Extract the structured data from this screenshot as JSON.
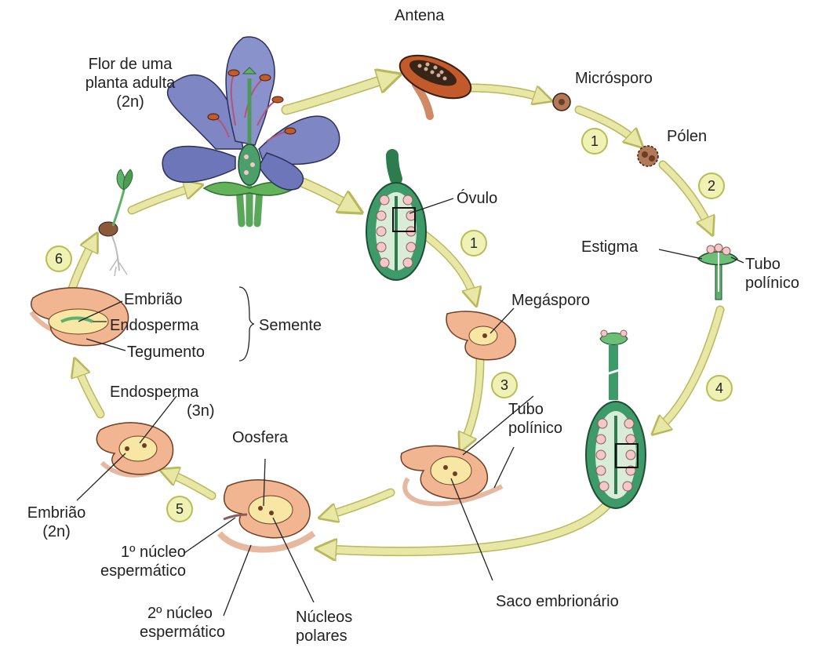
{
  "colors": {
    "arrow_fill": "#e8e7a6",
    "arrow_stroke": "#b8b85c",
    "petal": "#7e86c4",
    "ovary_green": "#3e9a69",
    "pale_green": "#d8ecd7",
    "seed_peach": "#f2b592",
    "embryo_sac": "#f7e6a4",
    "anther": "#c25a2b",
    "number_badge": "#f0f1b4"
  },
  "labels": {
    "flower": [
      "Flor de uma",
      "planta adulta",
      "(2n)"
    ],
    "antena": "Antena",
    "microsporo": "Micrósporo",
    "polen": "Pólen",
    "ovulo": "Óvulo",
    "estigma": "Estigma",
    "tubo_polinico_top": [
      "Tubo",
      "polínico"
    ],
    "megasporo": "Megásporo",
    "embriao_seed": "Embrião",
    "endosperma_seed": "Endosperma",
    "semente": "Semente",
    "tegumento": "Tegumento",
    "endosperma_3n": [
      "Endosperma",
      "(3n)"
    ],
    "tubo_polinico_mid": [
      "Tubo",
      "polínico"
    ],
    "oosfera": "Oosfera",
    "embriao_2n": [
      "Embrião",
      "(2n)"
    ],
    "nucleo_1": [
      "1º núcleo",
      "espermático"
    ],
    "nucleo_2": [
      "2º núcleo",
      "espermático"
    ],
    "nucleos_polares": [
      "Núcleos",
      "polares"
    ],
    "saco_embrionario": "Saco embrionário"
  },
  "steps": {
    "s1_upper": "1",
    "s1_mid": "1",
    "s2": "2",
    "s3": "3",
    "s4": "4",
    "s5": "5",
    "s6": "6"
  }
}
